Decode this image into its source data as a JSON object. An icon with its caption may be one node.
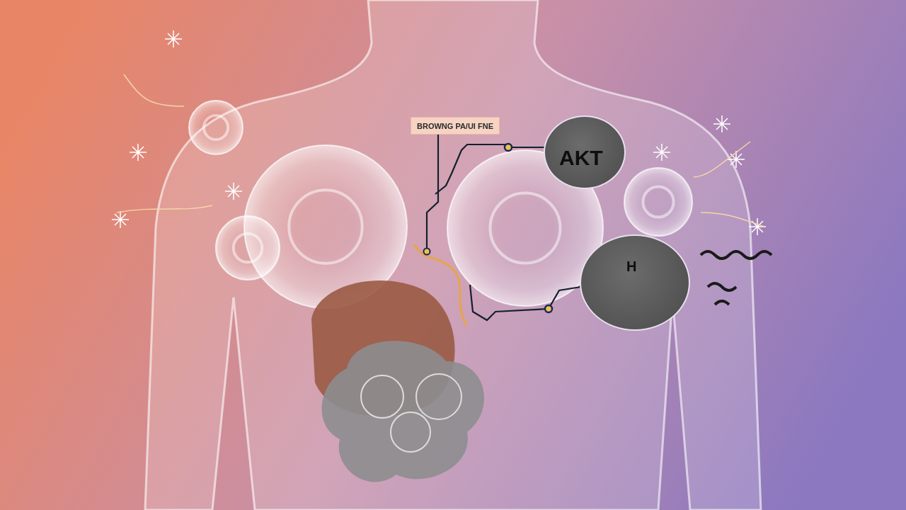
{
  "diagram": {
    "nodes": [
      {
        "text": [
          "BROWNG PA/UI FNE"
        ]
      },
      {
        "text": [
          "AKT"
        ]
      },
      {
        "text": [
          "H"
        ]
      }
    ],
    "edges": [
      {
        "from": 0,
        "to": null,
        "arrow": "other"
      },
      {
        "from": null,
        "to": 1,
        "arrow": "none"
      },
      {
        "from": null,
        "to": 2,
        "arrow": "none"
      }
    ]
  }
}
